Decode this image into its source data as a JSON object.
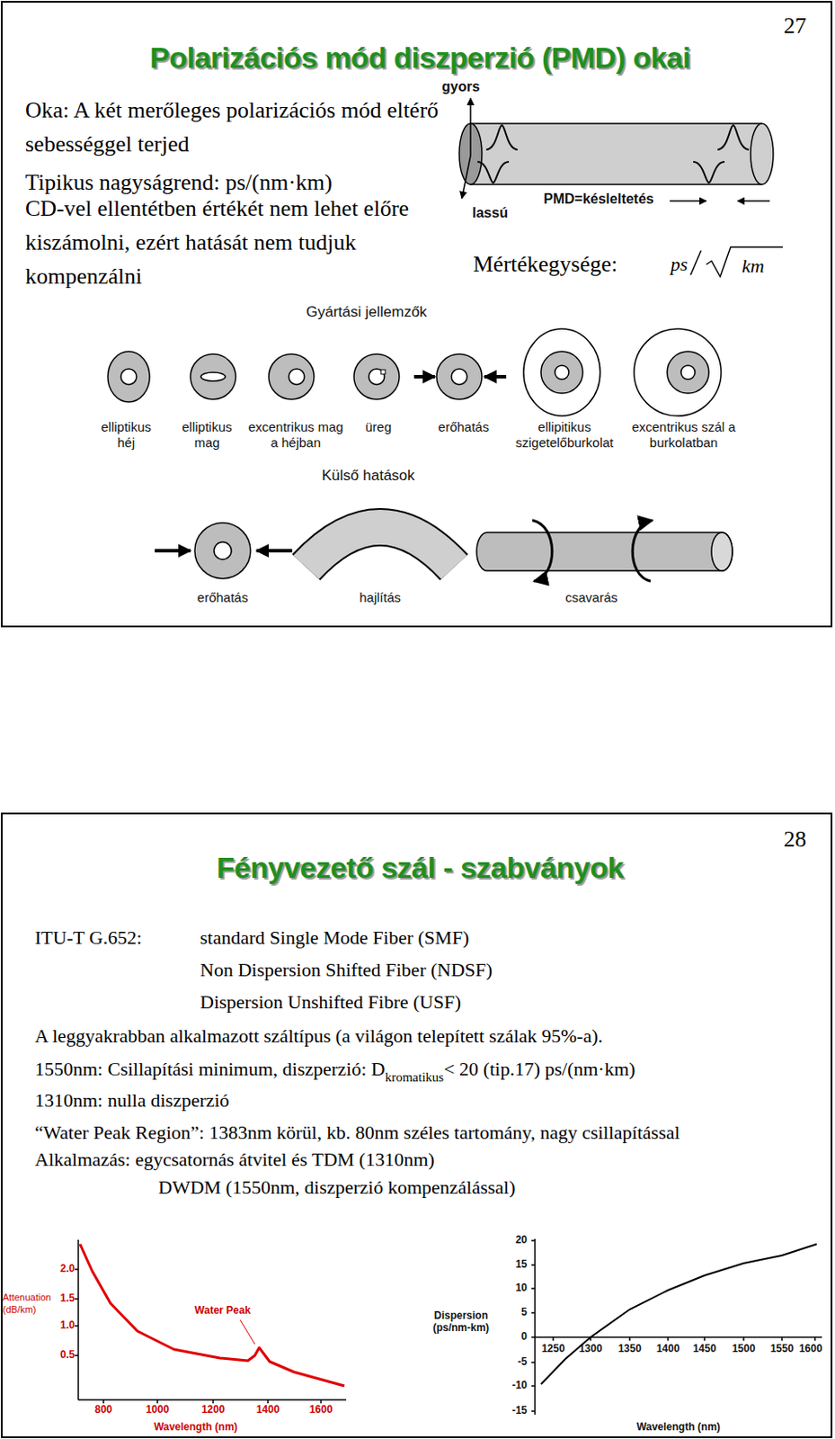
{
  "diagram": {
    "nodes": [
      {
        "text": [
          "Polarizációs mód diszperzió (PMD) okai",
          "27",
          "Oka: A két merőleges polarizációs mód eltérő sebességgel terjed",
          "Tipikus nagyságrend: ps/(nm·km)",
          "CD-vel ellentétben értékét nem lehet előre kiszámolni, ezért hatását nem tudjuk kompenzálni",
          "Mértékegysége:",
          "ps",
          "km"
        ]
      },
      {
        "text": [
          "Fényvezető szál - szabványok",
          "28",
          "ITU-T G.652:",
          "standard Single Mode Fiber (SMF)",
          "Non Dispersion Shifted Fiber (NDSF)",
          "Dispersion Unshifted Fibre (USF)",
          "A leggyakrabban alkalmazott száltípus (a világon  telepített szálak 95%-a).",
          "1550nm: Csillapítási minimum, diszperzió: D",
          "kromatikus",
          "< 20 (tip.17) ps/(nm·km)",
          "1310nm: nulla diszperzió",
          "“Water Peak Region”: 1383nm körül, kb. 80nm széles tartomány, nagy csillapítással",
          "Alkalmazás: egycsatornás átvitel és TDM (1310nm)",
          "DWDM (1550nm, diszperzió kompenzálással)"
        ]
      }
    ],
    "labels": [
      "gyors",
      "lassú",
      "PMD=késleltetés",
      "Gyártási jellemzők",
      "elliptikus héj",
      "elliptikus mag",
      "excentrikus mag a héjban",
      "üreg",
      "erőhatás",
      "ellipitikus szigetelőburkolat",
      "excentrikus szál a burkolatban",
      "Külső hatások",
      "erőhatás",
      "hajlítás",
      "csavarás",
      "Attenuation (dB/km)",
      "2.0",
      "1.5",
      "1.0",
      "0.5",
      "800",
      "1000",
      "1200",
      "1400",
      "1600",
      "Water Peak",
      "Wavelength (nm)",
      "Dispersion (ps/nm-km)",
      "20",
      "15",
      "10",
      "5",
      "0",
      "-5",
      "-10",
      "-15",
      "1250",
      "1300",
      "1350",
      "1400",
      "1450",
      "1500",
      "1550",
      "1600",
      "Wavelength (nm)"
    ]
  }
}
